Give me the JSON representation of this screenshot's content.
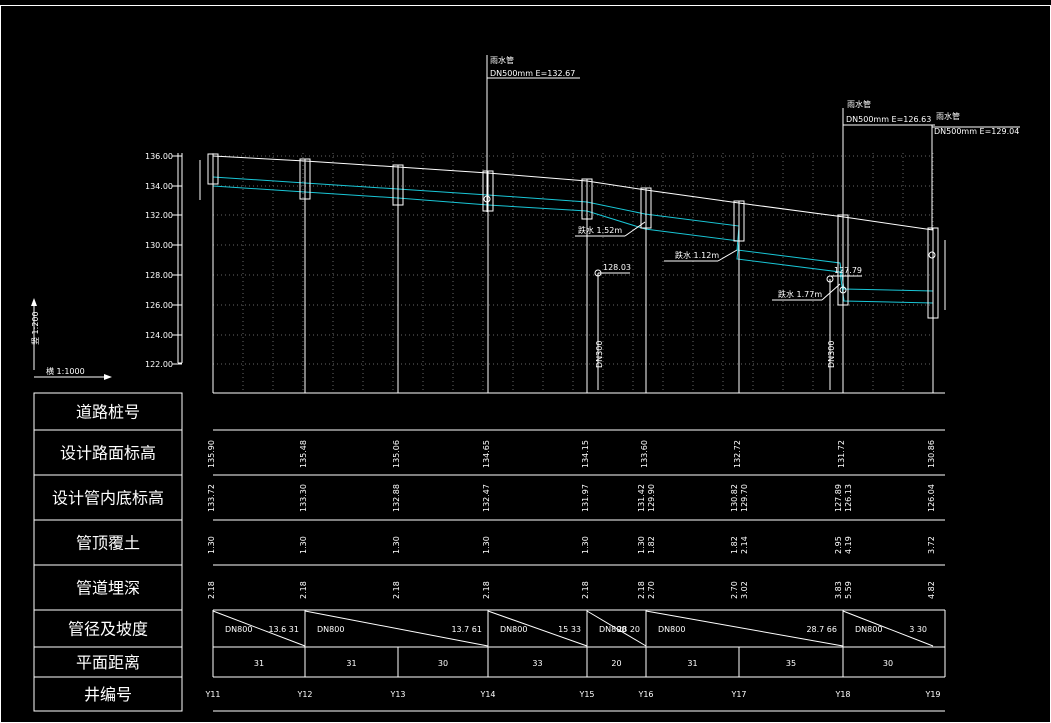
{
  "left_labels": {
    "vertical_scale": "竖 1:200",
    "horizontal_scale": "横 1:1000"
  },
  "y_ticks": [
    "136.00",
    "134.00",
    "132.00",
    "130.00",
    "128.00",
    "126.00",
    "124.00",
    "122.00"
  ],
  "row_titles": [
    "道路桩号",
    "设计路面标高",
    "设计管内底标高",
    "管顶覆土",
    "管道埋深",
    "管径及坡度",
    "平面距离",
    "井编号"
  ],
  "annotations": {
    "pipe1": {
      "title": "雨水管",
      "text": "DN500mm E=132.67"
    },
    "pipe2": {
      "title": "雨水管",
      "text": "DN500mm E=126.63"
    },
    "pipe3": {
      "title": "雨水管",
      "text": "DN500mm E=129.04"
    },
    "drop1": "跌水 1.52m",
    "drop2": "跌水 1.12m",
    "drop3": "跌水 1.77m",
    "elev1": "128.03",
    "elev2": "127.79",
    "branch1": "DN300",
    "branch2": "DN300"
  },
  "road_elev": [
    "135.90",
    "135.48",
    "135.06",
    "134.65",
    "134.15",
    "133.60",
    "132.72",
    "131.72",
    "130.86"
  ],
  "invert_elev": [
    "133.72",
    "133.30",
    "132.88",
    "132.47",
    "131.97",
    [
      "131.42",
      "129.90"
    ],
    [
      "130.82",
      "129.70"
    ],
    [
      "127.89",
      "126.13"
    ],
    "126.04"
  ],
  "cover": [
    "1.30",
    "1.30",
    "1.30",
    "1.30",
    "1.30",
    [
      "1.30",
      "1.82"
    ],
    [
      "1.82",
      "2.14"
    ],
    [
      "2.95",
      "4.19"
    ],
    "3.72"
  ],
  "depth": [
    "2.18",
    "2.18",
    "2.18",
    "2.18",
    "2.18",
    [
      "2.18",
      "2.70"
    ],
    [
      "2.70",
      "3.02"
    ],
    [
      "3.83",
      "5.59"
    ],
    "4.82"
  ],
  "pipe_spec": [
    {
      "d": "DN800",
      "s": "13.6 31"
    },
    {
      "d": "DN800",
      "s": "13.7 61"
    },
    {
      "d": "DN800",
      "s": "15 33"
    },
    {
      "d": "DN800",
      "s": "28 20"
    },
    {
      "d": "DN800",
      "s": "28.7 66"
    },
    {
      "d": "DN800",
      "s": "3 30"
    }
  ],
  "distances": [
    "31",
    "31",
    "30",
    "33",
    "20",
    "31",
    "35",
    "30"
  ],
  "wells": [
    "Y11",
    "Y12",
    "Y13",
    "Y14",
    "Y15",
    "Y16",
    "Y17",
    "Y18",
    "Y19"
  ]
}
